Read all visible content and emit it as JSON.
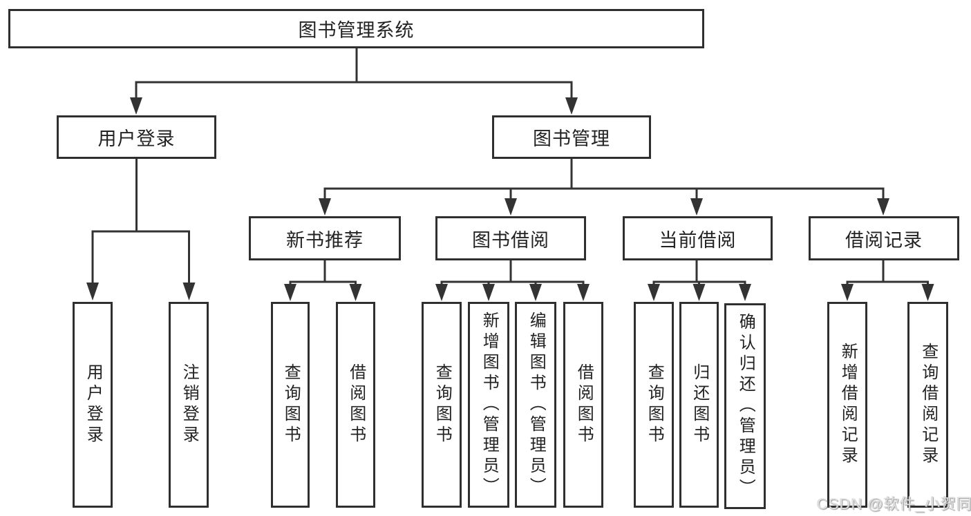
{
  "diagram": {
    "root": {
      "label": "图书管理系统"
    },
    "level2": {
      "user_login": {
        "label": "用户登录"
      },
      "book_management": {
        "label": "图书管理"
      }
    },
    "level3": {
      "new_book_recommend": {
        "label": "新书推荐"
      },
      "book_borrowing": {
        "label": "图书借阅"
      },
      "current_borrowing": {
        "label": "当前借阅"
      },
      "borrowing_records": {
        "label": "借阅记录"
      }
    },
    "leaves": {
      "user_login_leaf": {
        "label": "用户登录"
      },
      "logout": {
        "label": "注销登录"
      },
      "recommend_query_books": {
        "label": "查询图书"
      },
      "recommend_borrow_books": {
        "label": "借阅图书"
      },
      "borrowing_query_books": {
        "label": "查询图书"
      },
      "borrowing_add_books": {
        "label": "新增图书（管理员）"
      },
      "borrowing_edit_books": {
        "label": "编辑图书（管理员）"
      },
      "borrowing_borrow_books": {
        "label": "借阅图书"
      },
      "current_query_books": {
        "label": "查询图书"
      },
      "current_return_books": {
        "label": "归还图书"
      },
      "current_confirm_return": {
        "label": "确认归还（管理员）"
      },
      "records_add_record": {
        "label": "新增借阅记录"
      },
      "records_query_record": {
        "label": "查询借阅记录"
      }
    }
  },
  "watermark": {
    "text": "CSDN @软件_小贺同学"
  },
  "colors": {
    "line": "#333333",
    "box_border": "#2f2f2f",
    "text": "#222222",
    "background": "#ffffff",
    "watermark": "#dedede"
  }
}
